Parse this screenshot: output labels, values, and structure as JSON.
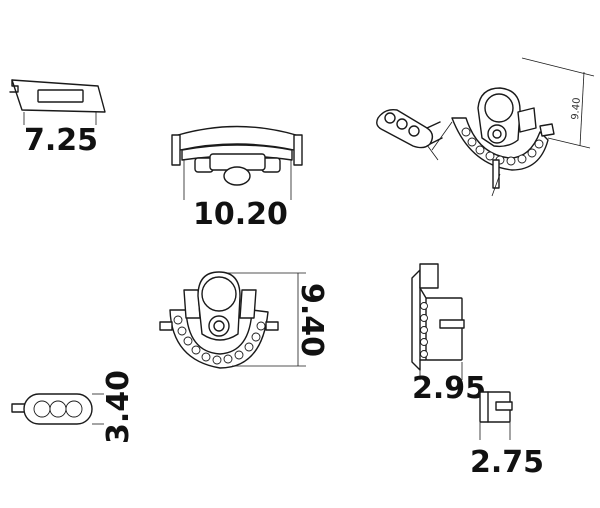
{
  "dimensions": {
    "top_left_width": "7.25",
    "top_middle_width": "10.20",
    "iso_height": "9.40",
    "front_height": "9.40",
    "clip_height": "3.40",
    "side_depth": "2.95",
    "small_part_width": "2.75"
  },
  "colors": {
    "line": "#1a1a1a",
    "background": "#ffffff"
  }
}
